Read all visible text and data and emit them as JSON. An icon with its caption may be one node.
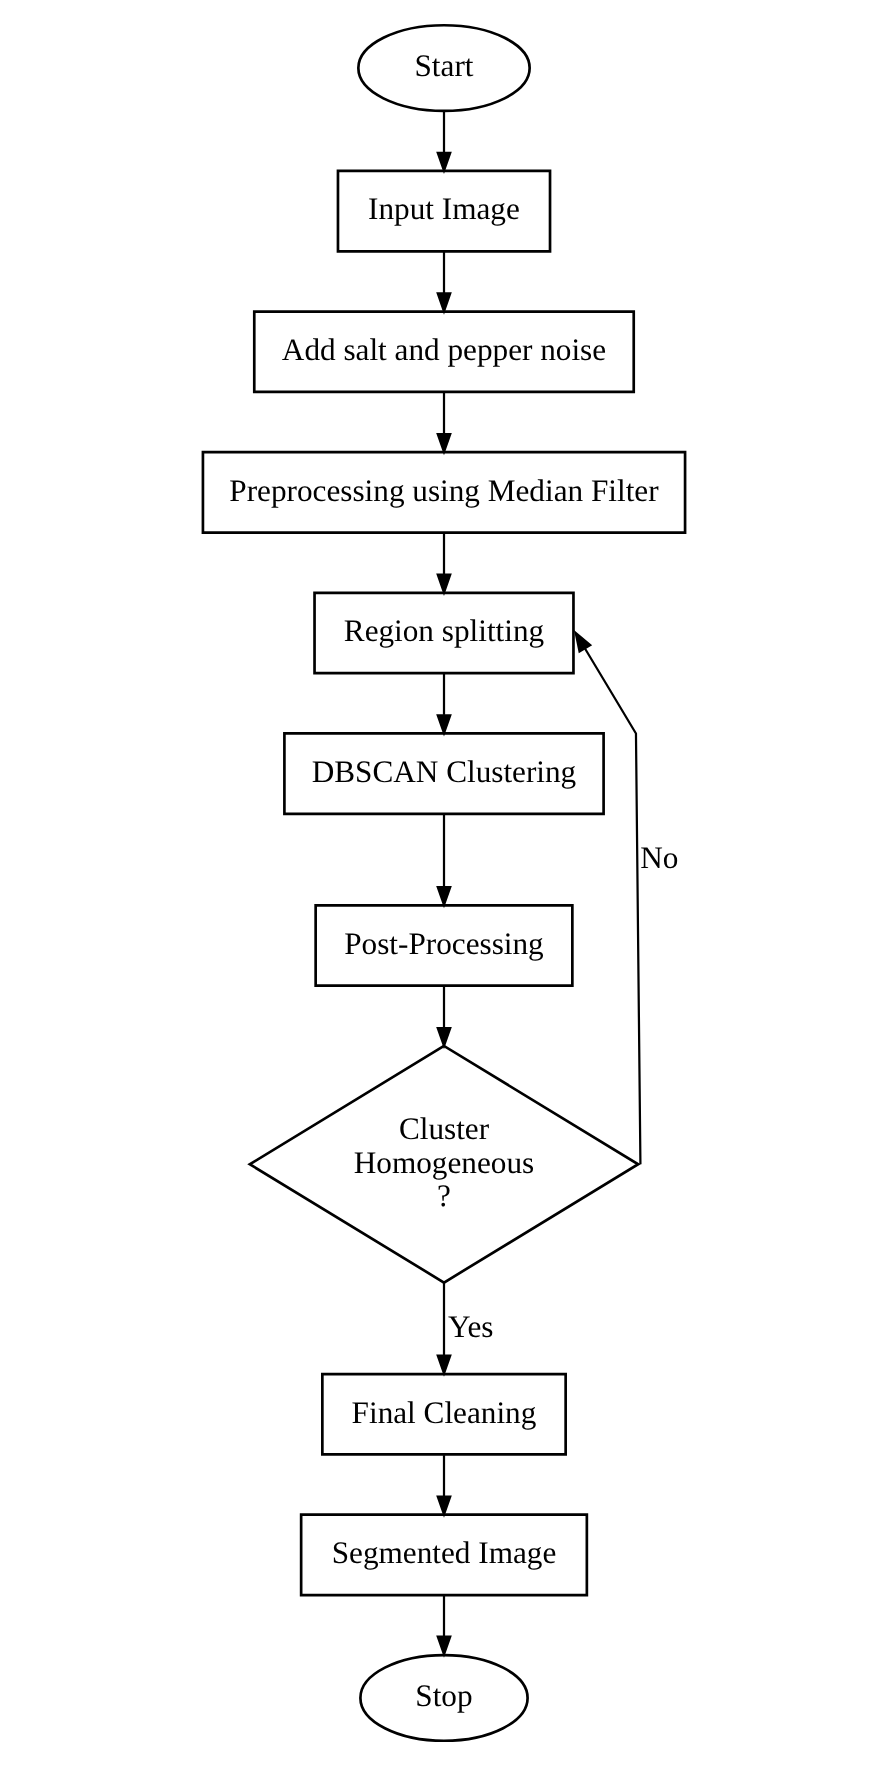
{
  "diagram": {
    "nodes": [
      {
        "text": [
          "Start"
        ]
      },
      {
        "text": [
          "Input Image"
        ]
      },
      {
        "text": [
          "Add salt and pepper noise"
        ]
      },
      {
        "text": [
          "Preprocessing using Median Filter"
        ]
      },
      {
        "text": [
          "Region splitting"
        ]
      },
      {
        "text": [
          "DBSCAN Clustering"
        ]
      },
      {
        "text": [
          "Post-Processing"
        ]
      },
      {
        "text": [
          "Cluster Homogeneous ?"
        ]
      },
      {
        "text": [
          "Final Cleaning"
        ]
      },
      {
        "text": [
          "Segmented Image"
        ]
      },
      {
        "text": [
          "Stop"
        ]
      }
    ],
    "edges": [
      {
        "from": 0,
        "to": 1,
        "arrow": "to"
      },
      {
        "from": 1,
        "to": 2,
        "arrow": "to"
      },
      {
        "from": 2,
        "to": 3,
        "arrow": "to"
      },
      {
        "from": 3,
        "to": 4,
        "arrow": "to"
      },
      {
        "from": 4,
        "to": 5,
        "arrow": "to"
      },
      {
        "from": 5,
        "to": 6,
        "arrow": "to"
      },
      {
        "from": 6,
        "to": 7,
        "arrow": "to"
      },
      {
        "from": 7,
        "to": 4,
        "label": "No",
        "arrow": "to"
      },
      {
        "from": 7,
        "to": 8,
        "label": "Yes",
        "arrow": "to"
      },
      {
        "from": 8,
        "to": 9,
        "arrow": "to"
      },
      {
        "from": 9,
        "to": 10,
        "arrow": "to"
      }
    ]
  }
}
